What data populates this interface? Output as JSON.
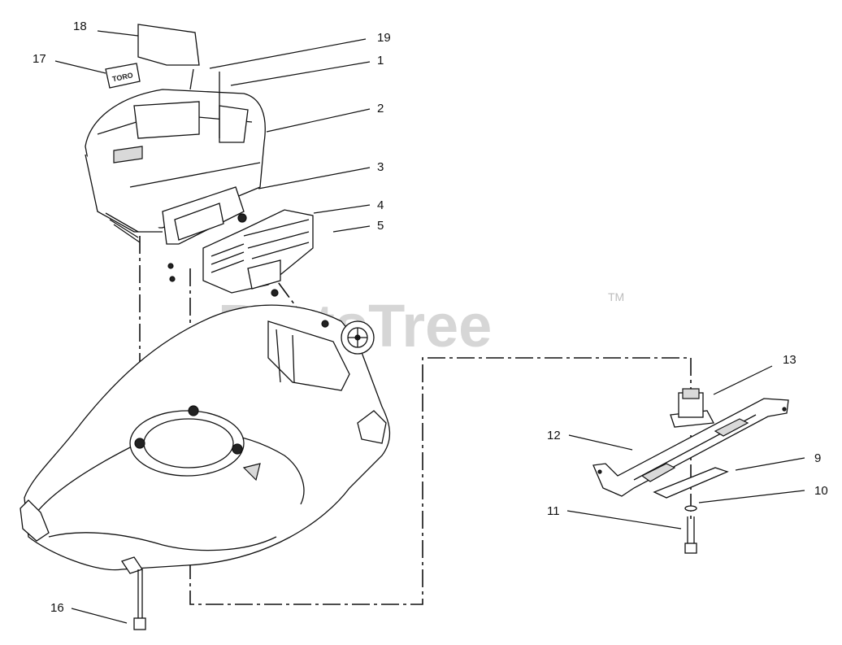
{
  "watermark": {
    "text": "PartsTree",
    "trademark": "TM"
  },
  "decal_text": "TORO",
  "callouts": [
    {
      "id": "18",
      "label": "18"
    },
    {
      "id": "19",
      "label": "19"
    },
    {
      "id": "17",
      "label": "17"
    },
    {
      "id": "1",
      "label": "1"
    },
    {
      "id": "2",
      "label": "2"
    },
    {
      "id": "3",
      "label": "3"
    },
    {
      "id": "4",
      "label": "4"
    },
    {
      "id": "5",
      "label": "5"
    },
    {
      "id": "13",
      "label": "13"
    },
    {
      "id": "12",
      "label": "12"
    },
    {
      "id": "9",
      "label": "9"
    },
    {
      "id": "10",
      "label": "10"
    },
    {
      "id": "11",
      "label": "11"
    },
    {
      "id": "16",
      "label": "16"
    }
  ]
}
